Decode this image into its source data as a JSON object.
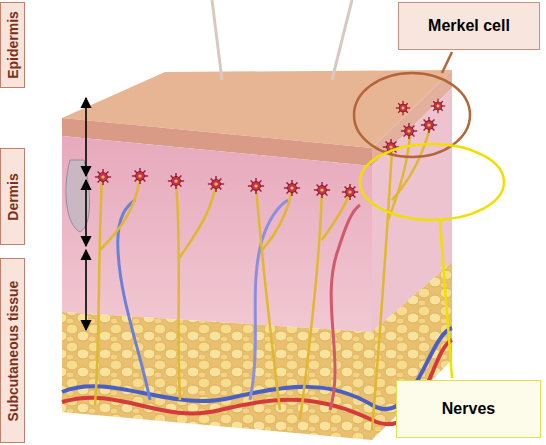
{
  "diagram": {
    "nodes": [
      {
        "text": [
          "Epidermis"
        ]
      },
      {
        "text": [
          "Dermis"
        ]
      },
      {
        "text": [
          "Subcutaneous tissue"
        ]
      },
      {
        "text": [
          "Merkel cell"
        ]
      },
      {
        "text": [
          "Nerves"
        ]
      }
    ]
  }
}
